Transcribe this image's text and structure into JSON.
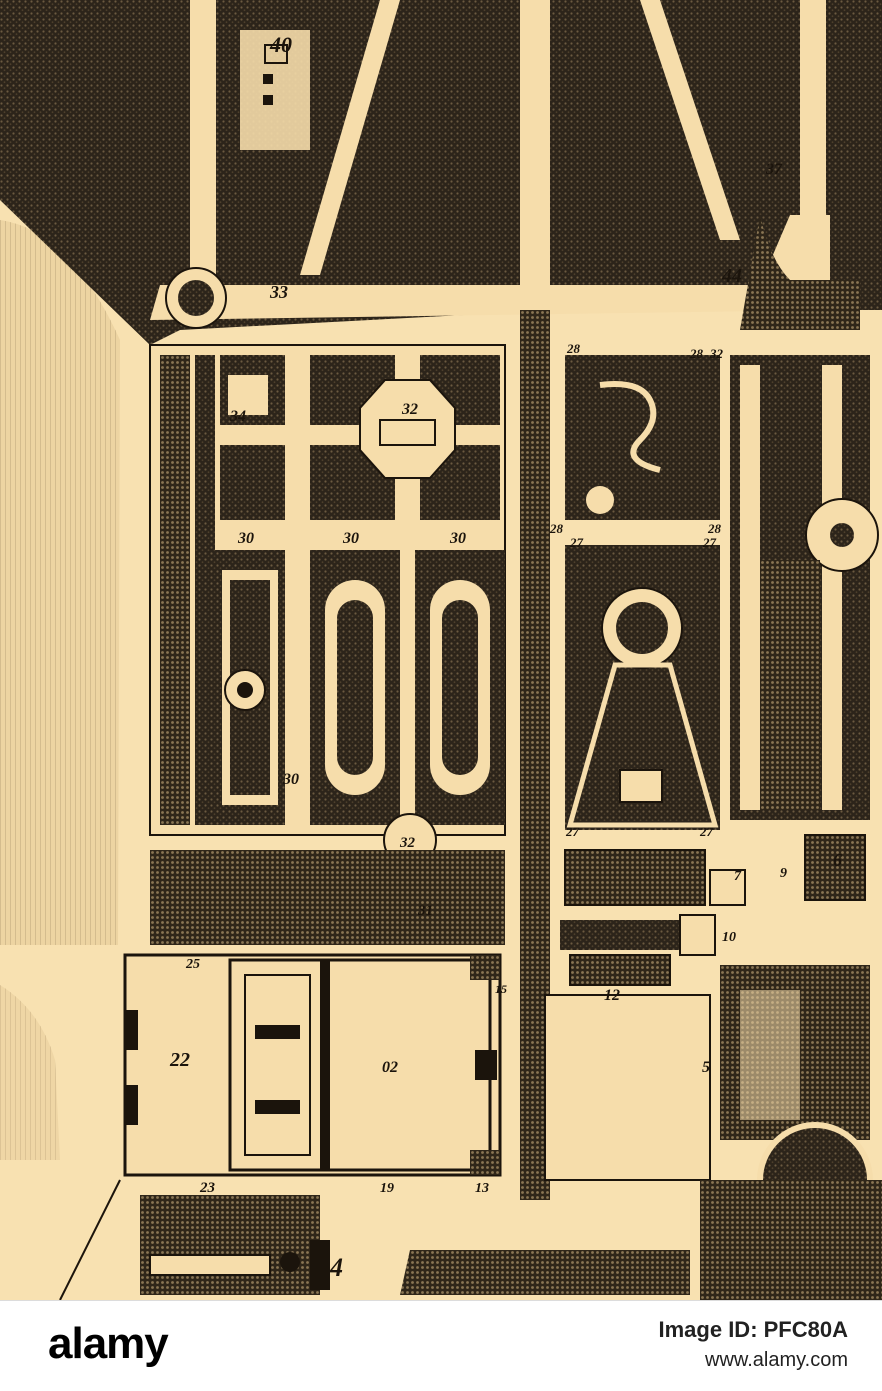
{
  "plan": {
    "colors": {
      "paper": "#f8e1b1",
      "ink": "#1b140c",
      "hatch": "#3a2f22",
      "path": "#f6ddab"
    },
    "labels": {
      "l40": "40",
      "l37": "37",
      "l33": "33",
      "l44": "44",
      "l34": "34",
      "l32a": "32",
      "l28a": "28",
      "l28b": "28",
      "l32b": "32",
      "l30a": "30",
      "l30b": "30",
      "l30c": "30",
      "l28c": "28",
      "l27a": "27",
      "l28d": "28",
      "l27b": "27",
      "l30d": "30",
      "l32c": "32",
      "l31": "31",
      "l27c": "27",
      "l27d": "27",
      "l6": "6",
      "l7": "7",
      "l9": "9",
      "l10": "10",
      "l12": "12",
      "l25": "25",
      "l15": "15",
      "l22": "22",
      "l02": "02",
      "l5": "5",
      "l23": "23",
      "l19": "19",
      "l13": "13",
      "l4": "4"
    }
  },
  "footer": {
    "brand": "alamy",
    "image_id": "Image ID: PFC80A",
    "site": "www.alamy.com"
  }
}
